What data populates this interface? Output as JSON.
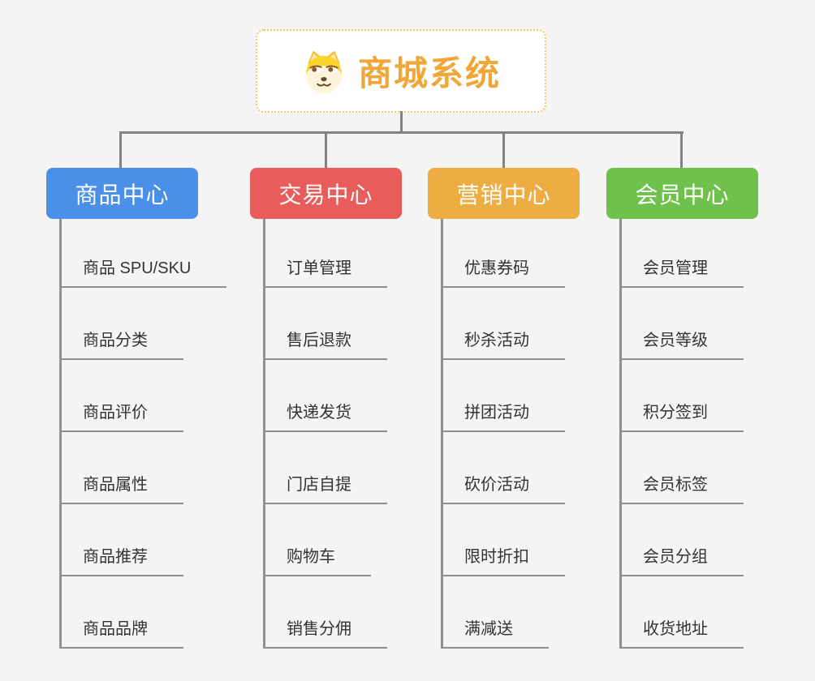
{
  "root": {
    "title": "商城系统",
    "icon": "dog-face-icon"
  },
  "branches": [
    {
      "label": "商品中心",
      "color": "#4a90e8",
      "items": [
        "商品 SPU/SKU",
        "商品分类",
        "商品评价",
        "商品属性",
        "商品推荐",
        "商品品牌"
      ]
    },
    {
      "label": "交易中心",
      "color": "#e85c5b",
      "items": [
        "订单管理",
        "售后退款",
        "快递发货",
        "门店自提",
        "购物车",
        "销售分佣"
      ]
    },
    {
      "label": "营销中心",
      "color": "#edad42",
      "items": [
        "优惠券码",
        "秒杀活动",
        "拼团活动",
        "砍价活动",
        "限时折扣",
        "满减送"
      ]
    },
    {
      "label": "会员中心",
      "color": "#6ec24c",
      "items": [
        "会员管理",
        "会员等级",
        "积分签到",
        "会员标签",
        "会员分组",
        "收货地址"
      ]
    }
  ],
  "colors": {
    "background": "#f4f4f5",
    "connector": "#828282",
    "leaf_line": "#8f8f8f",
    "leaf_text": "#333333",
    "root_border": "#f9c564",
    "root_text": "#f0a73a"
  }
}
